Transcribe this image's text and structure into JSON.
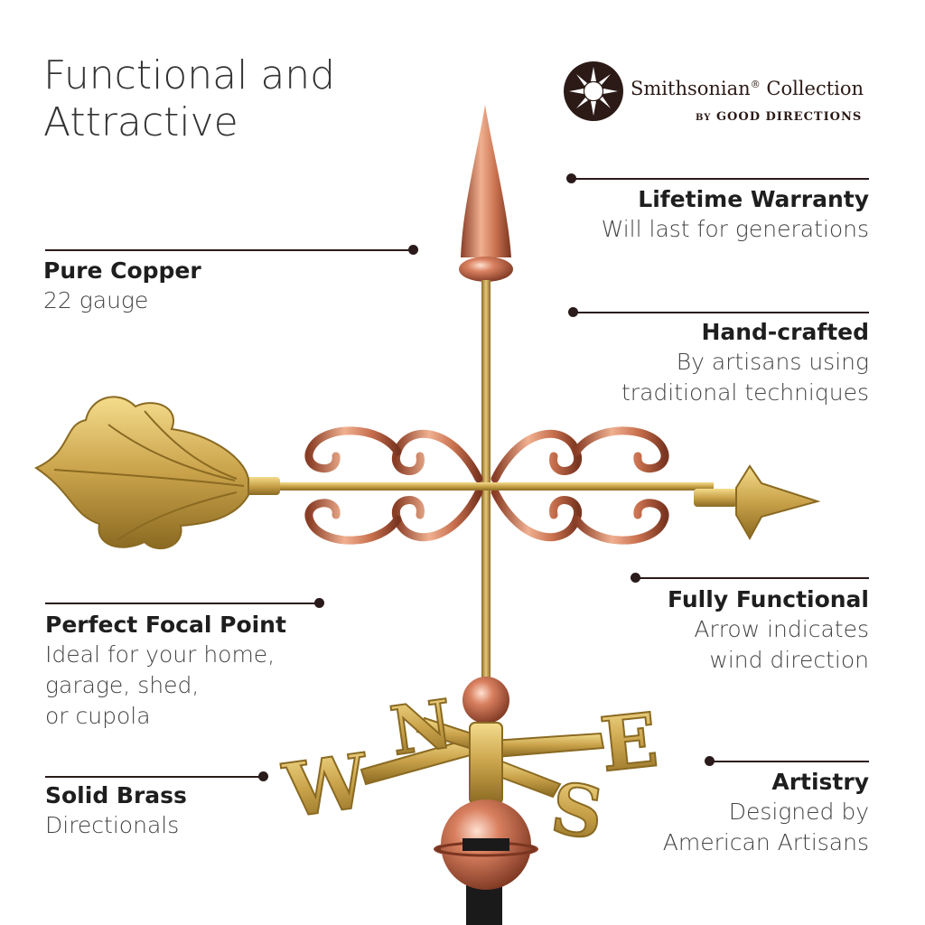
{
  "title": {
    "line1": "Functional and",
    "line2": "Attractive"
  },
  "logo": {
    "brand": "Smithsonian",
    "registered": "®",
    "collection": "Collection",
    "byline_by": "BY",
    "byline": "GOOD DIRECTIONS",
    "icon": "sun-icon"
  },
  "features": {
    "lifetime_warranty": {
      "title": "Lifetime Warranty",
      "desc": [
        "Will last for generations"
      ]
    },
    "pure_copper": {
      "title": "Pure Copper",
      "desc": [
        "22 gauge"
      ]
    },
    "hand_crafted": {
      "title": "Hand-crafted",
      "desc": [
        "By artisans using",
        "traditional techniques"
      ]
    },
    "focal_point": {
      "title": "Perfect Focal Point",
      "desc": [
        "Ideal for your home,",
        "garage, shed,",
        "or cupola"
      ]
    },
    "fully_functional": {
      "title": "Fully Functional",
      "desc": [
        "Arrow indicates",
        "wind direction"
      ]
    },
    "solid_brass": {
      "title": "Solid Brass",
      "desc": [
        "Directionals"
      ]
    },
    "artistry": {
      "title": "Artistry",
      "desc": [
        "Designed by",
        "American Artisans"
      ]
    }
  },
  "directionals": {
    "n": "N",
    "s": "S",
    "e": "E",
    "w": "W"
  },
  "colors": {
    "copper": "#c8704e",
    "copper_dark": "#8a3e26",
    "brass": "#c9a24a",
    "brass_dark": "#8a6a22",
    "line": "#2a1a1a"
  }
}
